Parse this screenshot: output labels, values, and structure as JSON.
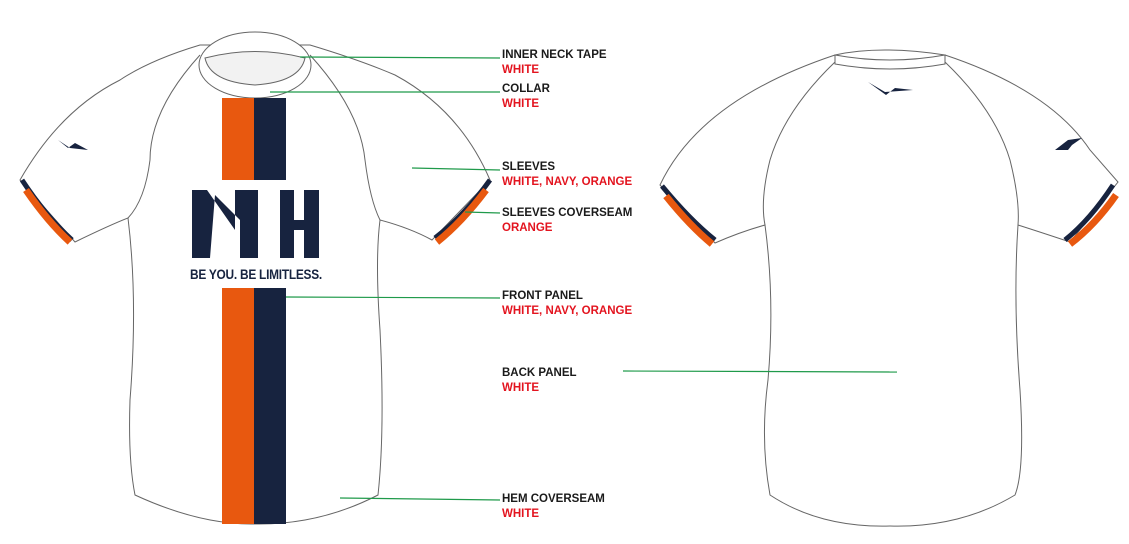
{
  "colors": {
    "orange": "#e8580f",
    "navy": "#17233f",
    "callout_line": "#1f9a4a",
    "color_text": "#e3141f"
  },
  "front": {
    "logo_monogram": "MH",
    "tagline": "BE YOU. BE LIMITLESS."
  },
  "callouts": [
    {
      "name": "INNER NECK TAPE",
      "color": "WHITE"
    },
    {
      "name": "COLLAR",
      "color": "WHITE"
    },
    {
      "name": "SLEEVES",
      "color": "WHITE, NAVY, ORANGE"
    },
    {
      "name": "SLEEVES COVERSEAM",
      "color": "ORANGE"
    },
    {
      "name": "FRONT PANEL",
      "color": "WHITE, NAVY, ORANGE"
    },
    {
      "name": "BACK PANEL",
      "color": "WHITE"
    },
    {
      "name": "HEM COVERSEAM",
      "color": "WHITE"
    }
  ]
}
